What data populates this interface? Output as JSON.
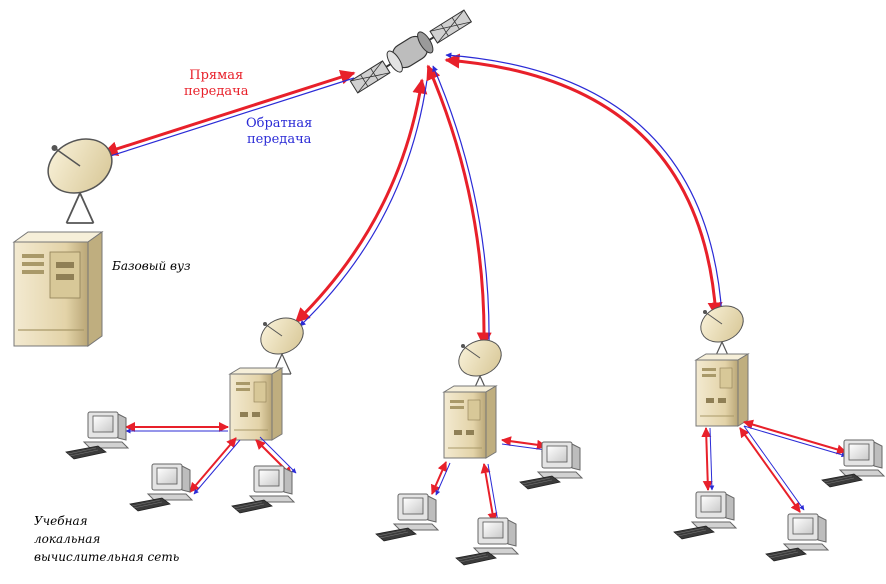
{
  "labels": {
    "forward": [
      "Прямая",
      "передача"
    ],
    "return": [
      "Обратная",
      "передача"
    ],
    "base_hub": "Базовый вуз",
    "lan": [
      "Учебная",
      "локальная",
      "вычислительная сеть"
    ]
  },
  "colors": {
    "forward": "#e8202a",
    "return": "#2b2bd6",
    "equipment": "#e9dcb8",
    "equipment_shade": "#cdbb8c"
  },
  "icons": {
    "satellite": "satellite-icon",
    "dish": "satellite-dish-icon",
    "server": "server-tower-icon",
    "computer": "computer-icon"
  }
}
